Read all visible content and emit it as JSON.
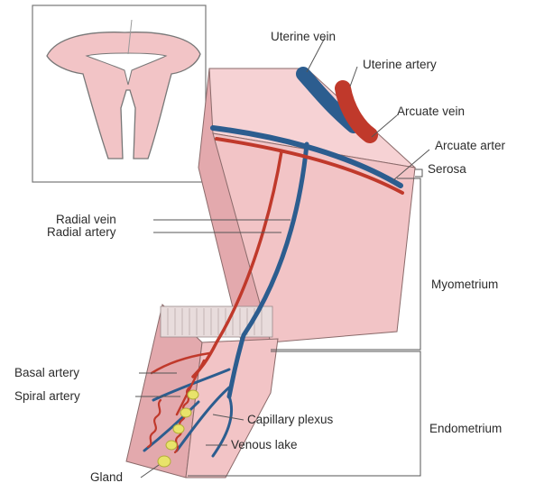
{
  "labels": {
    "uterine_vein": "Uterine vein",
    "uterine_artery": "Uterine artery",
    "arcuate_vein": "Arcuate vein",
    "arcuate_artery": "Arcuate arter",
    "serosa": "Serosa",
    "radial_vein": "Radial vein",
    "radial_artery": "Radial artery",
    "myometrium": "Myometrium",
    "basal_artery": "Basal artery",
    "spiral_artery": "Spiral artery",
    "capillary_plexus": "Capillary plexus",
    "venous_lake": "Venous lake",
    "gland": "Gland",
    "endometrium": "Endometrium"
  },
  "colors": {
    "tissue": "#f2c4c6",
    "tissue_dark": "#e3a9ad",
    "artery": "#c0392b",
    "vein": "#2c5d8f",
    "gland": "#e8e36a",
    "line": "#555555"
  }
}
